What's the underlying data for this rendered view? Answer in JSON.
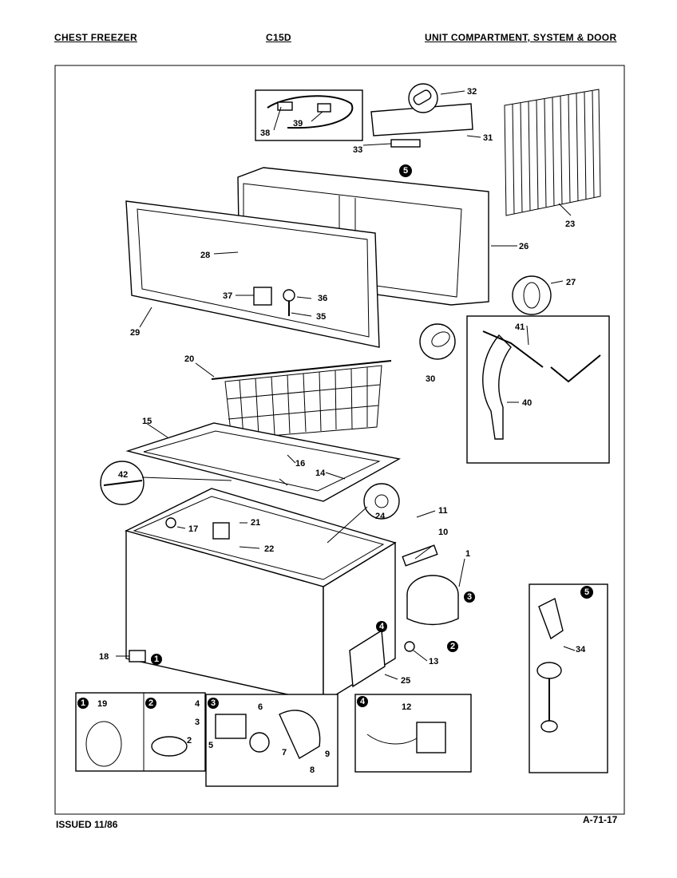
{
  "header": {
    "left": "CHEST FREEZER",
    "center": "C15D",
    "right": "UNIT COMPARTMENT, SYSTEM & DOOR"
  },
  "footer": {
    "issued": "ISSUED 11/86",
    "code": "A-71-17"
  },
  "callouts": [
    "1",
    "2",
    "3",
    "4",
    "5",
    "6",
    "7",
    "8",
    "9",
    "10",
    "11",
    "12",
    "13",
    "14",
    "15",
    "16",
    "17",
    "18",
    "19",
    "20",
    "21",
    "22",
    "23",
    "24",
    "25",
    "26",
    "27",
    "28",
    "29",
    "30",
    "31",
    "32",
    "33",
    "34",
    "35",
    "36",
    "37",
    "38",
    "39",
    "40",
    "41",
    "42"
  ],
  "inset_markers": [
    "1",
    "2",
    "3",
    "4",
    "5"
  ]
}
